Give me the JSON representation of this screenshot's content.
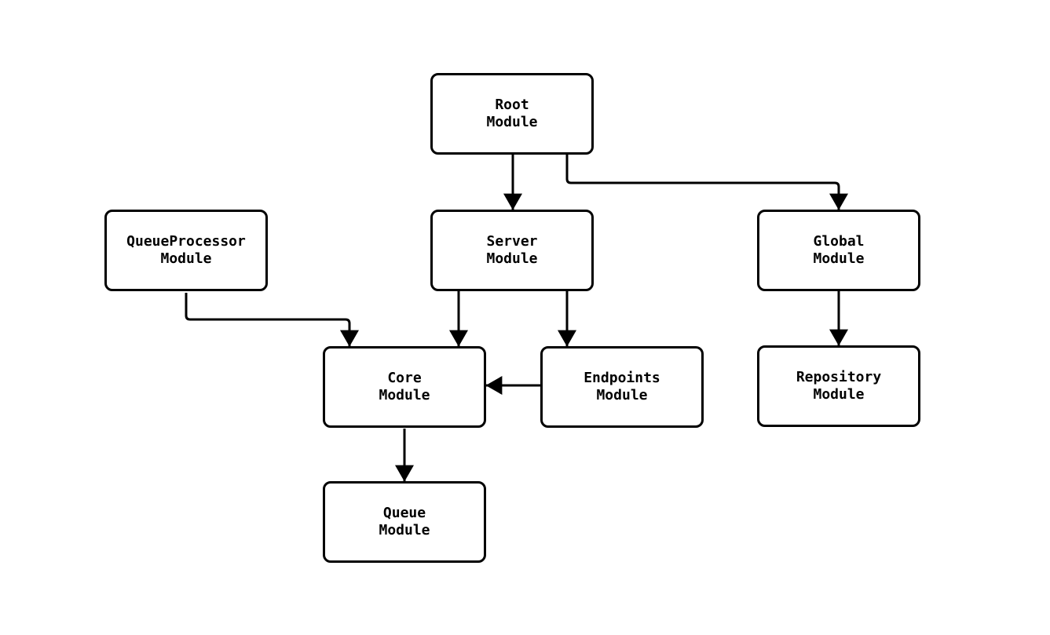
{
  "diagram": {
    "type": "flowchart",
    "direction": "top-down",
    "nodes": [
      {
        "id": "root",
        "label": "Root\nModule"
      },
      {
        "id": "server",
        "label": "Server\nModule"
      },
      {
        "id": "queueprocessor",
        "label": "QueueProcessor\nModule"
      },
      {
        "id": "global",
        "label": "Global\nModule"
      },
      {
        "id": "core",
        "label": "Core\nModule"
      },
      {
        "id": "endpoints",
        "label": "Endpoints\nModule"
      },
      {
        "id": "repository",
        "label": "Repository\nModule"
      },
      {
        "id": "queue",
        "label": "Queue\nModule"
      }
    ],
    "edges": [
      {
        "from": "root",
        "to": "server"
      },
      {
        "from": "root",
        "to": "global"
      },
      {
        "from": "queueprocessor",
        "to": "core"
      },
      {
        "from": "server",
        "to": "core"
      },
      {
        "from": "server",
        "to": "endpoints"
      },
      {
        "from": "endpoints",
        "to": "core"
      },
      {
        "from": "global",
        "to": "repository"
      },
      {
        "from": "core",
        "to": "queue"
      }
    ],
    "colors": {
      "background": "#ffffff",
      "node_fill": "#ffffff",
      "node_border": "#000000",
      "edge": "#000000",
      "text": "#000000"
    }
  }
}
